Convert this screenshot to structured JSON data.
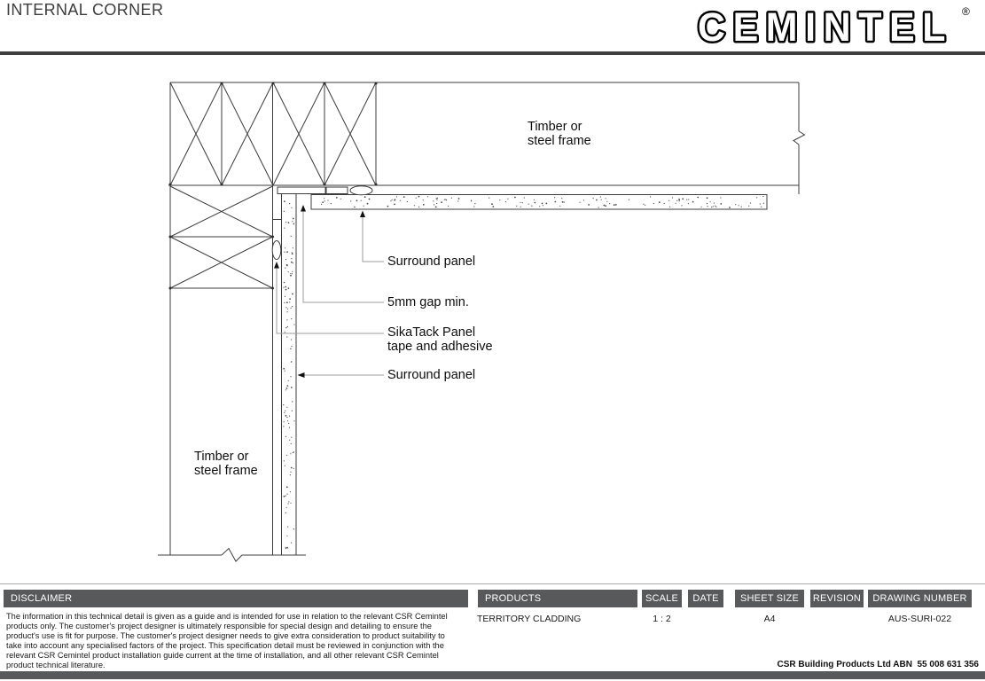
{
  "page": {
    "title": "INTERNAL CORNER",
    "logo_text": "CEMINTEL",
    "logo_reg": "®"
  },
  "drawing": {
    "labels": {
      "frame_top": "Timber or\nsteel frame",
      "surround_panel_top": "Surround panel",
      "gap_min": "5mm gap min.",
      "sikatack": "SikaTack Panel\ntape and adhesive",
      "surround_panel_side": "Surround panel",
      "frame_left": "Timber or\nsteel frame"
    }
  },
  "title_block": {
    "disclaimer": {
      "header": "DISCLAIMER",
      "body": "The information in this technical detail is given as a guide and is intended for use in relation to the relevant CSR Cemintel products only. The customer's project designer is ultimately responsible for special design and detailing to ensure the product's use is fit for purpose. The customer's project designer needs to give extra consideration to product suitability to take into account any specialised factors of the project. This specification detail must be reviewed in conjunction with the relevant CSR Cemintel product installation guide current at the time of installation, and all other relevant CSR Cemintel product technical literature."
    },
    "products": {
      "header": "PRODUCTS",
      "value": "TERRITORY CLADDING"
    },
    "scale": {
      "header": "SCALE",
      "value": "1 : 2"
    },
    "date": {
      "header": "DATE",
      "value": ""
    },
    "sheet_size": {
      "header": "SHEET SIZE",
      "value": "A4"
    },
    "revision": {
      "header": "REVISION",
      "value": ""
    },
    "drawing_number": {
      "header": "DRAWING NUMBER",
      "value": "AUS-SURI-022"
    },
    "company": "CSR Building Products Ltd ABN  55 008 631 356"
  },
  "colors": {
    "bar": "#58595b",
    "rule": "#3f3f3f",
    "line": "#3c3c3c",
    "leader": "#9b9b9b"
  }
}
